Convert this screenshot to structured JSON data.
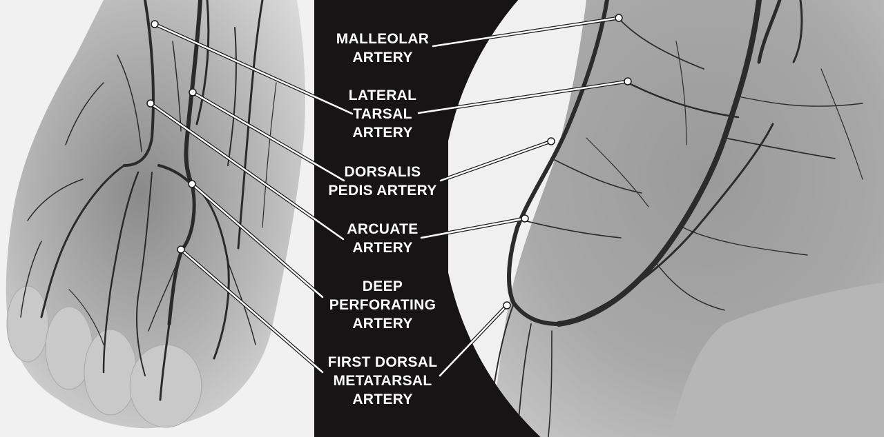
{
  "labels": [
    {
      "id": "malleolar",
      "lines": [
        "MALLEOLAR",
        "ARTERY"
      ]
    },
    {
      "id": "lateral-tarsal",
      "lines": [
        "LATERAL",
        "TARSAL",
        "ARTERY"
      ]
    },
    {
      "id": "dorsalis-pedis",
      "lines": [
        "DORSALIS",
        "PEDIS ARTERY"
      ]
    },
    {
      "id": "arcuate",
      "lines": [
        "ARCUATE",
        "ARTERY"
      ]
    },
    {
      "id": "deep-perforating",
      "lines": [
        "DEEP",
        "PERFORATING",
        "ARTERY"
      ]
    },
    {
      "id": "first-dorsal-metatarsal",
      "lines": [
        "FIRST DORSAL",
        "METATARSAL",
        "ARTERY"
      ]
    }
  ],
  "colors": {
    "background_dark": "#161414",
    "xray_light": "#eeeeee",
    "vessel": "#2a2a2a",
    "label_text": "#ffffff",
    "leader_line": "#ffffff"
  }
}
